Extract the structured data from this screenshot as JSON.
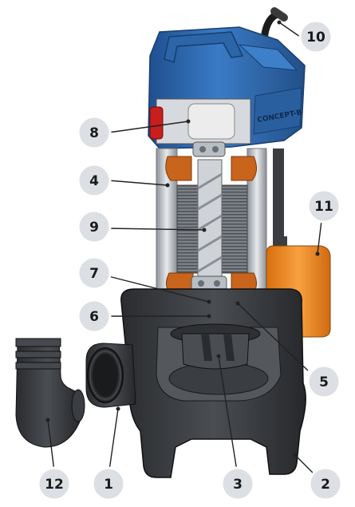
{
  "diagram": {
    "callouts": [
      {
        "id": "c1",
        "label": "1"
      },
      {
        "id": "c2",
        "label": "2"
      },
      {
        "id": "c3",
        "label": "3"
      },
      {
        "id": "c4",
        "label": "4"
      },
      {
        "id": "c5",
        "label": "5"
      },
      {
        "id": "c6",
        "label": "6"
      },
      {
        "id": "c7",
        "label": "7"
      },
      {
        "id": "c8",
        "label": "8"
      },
      {
        "id": "c9",
        "label": "9"
      },
      {
        "id": "c10",
        "label": "10"
      },
      {
        "id": "c11",
        "label": "11"
      },
      {
        "id": "c12",
        "label": "12"
      }
    ],
    "brand_text": "CONCEPT-B",
    "colors": {
      "body_blue": "#2f6db3",
      "cast_iron": "#3b3d40",
      "float_orange": "#f08a1c",
      "winding_copper": "#c8641c",
      "steel": "#c8ccd2",
      "callout_fill": "#dcdfe3",
      "highlight_yellow": "#f5e88a"
    }
  }
}
